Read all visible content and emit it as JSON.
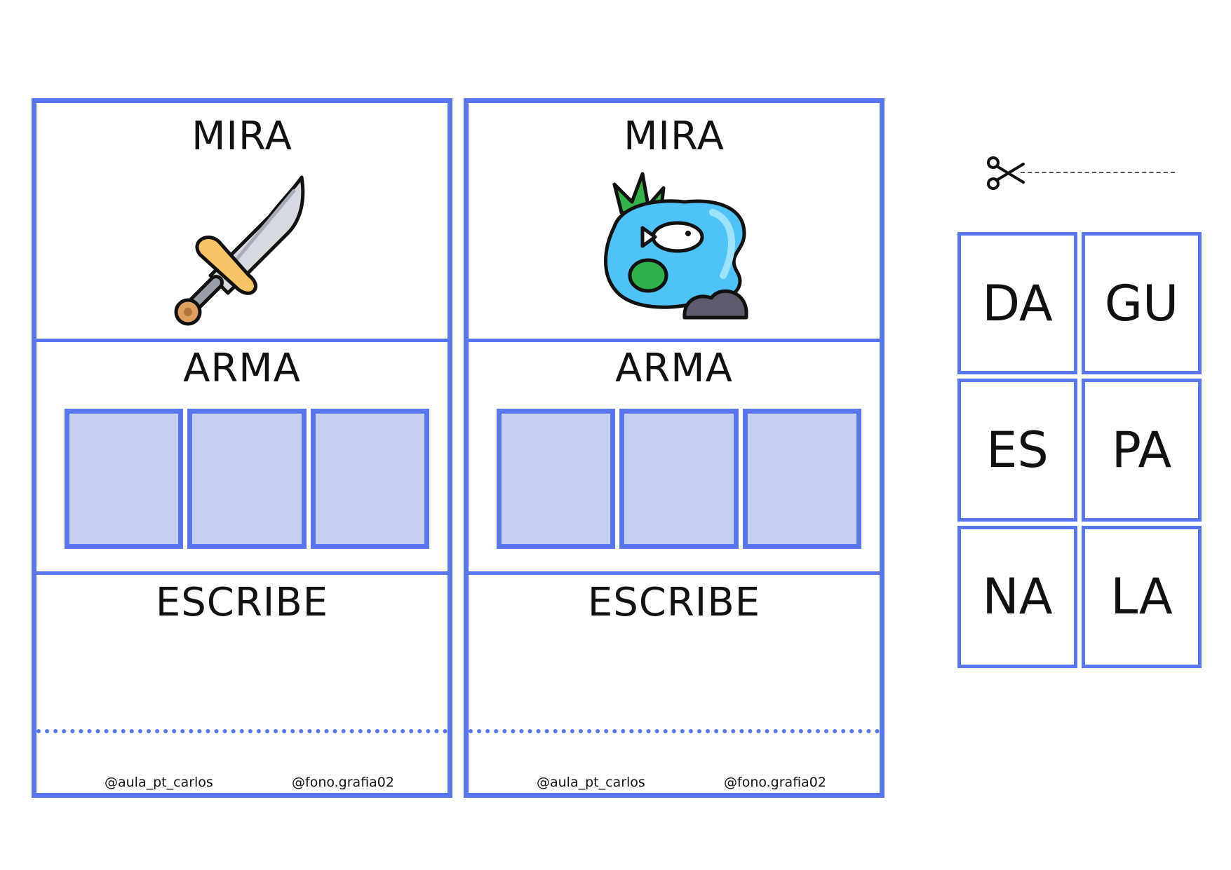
{
  "cards": [
    {
      "look_label": "MIRA",
      "picture": "sword-icon",
      "word": "ARMA",
      "write_label": "ESCRIBE",
      "credit_left": "@aula_pt_carlos",
      "credit_right": "@fono.grafia02"
    },
    {
      "look_label": "MIRA",
      "picture": "pond-icon",
      "word": "ARMA",
      "write_label": "ESCRIBE",
      "credit_left": "@aula_pt_carlos",
      "credit_right": "@fono.grafia02"
    }
  ],
  "cut_icon": "scissors-icon",
  "syllables": [
    "DA",
    "GU",
    "ES",
    "PA",
    "NA",
    "LA"
  ],
  "colors": {
    "border": "#5a75f0",
    "box_fill": "#c8d0f2"
  }
}
